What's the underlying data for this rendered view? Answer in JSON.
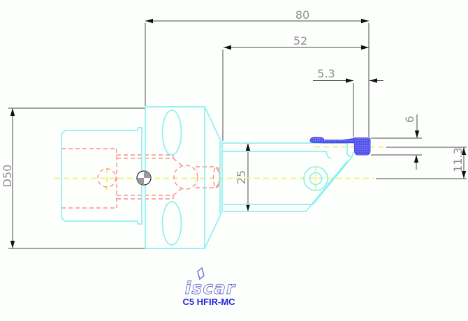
{
  "drawing": {
    "type": "technical-cad-drawing",
    "subject": "lathe tool holder with cutting insert, side view",
    "dimensions": {
      "overall_length": "80",
      "head_length": "52",
      "insert_length": "5.3",
      "insert_height": "6",
      "edge_offset": "11.3",
      "head_height": "25",
      "flange_diameter": "D50"
    },
    "branding": {
      "logo_text": "iscar",
      "model_label": "C5 HFIR-MC"
    },
    "colors": {
      "background": "#fdfffd",
      "geometry_cyan": "#8FF0F0",
      "hidden_red": "#FF8C8C",
      "centerline_yellow": "#F0F06E",
      "insert_blue": "#4A4AE8",
      "insert_hatch": "#A6A6FF",
      "dim_line": "#4a4a4a",
      "dim_text": "#8f8f8f",
      "arrow": "#111111",
      "logo_blue": "#6B6BC8",
      "label_blue": "#2424D4"
    }
  }
}
